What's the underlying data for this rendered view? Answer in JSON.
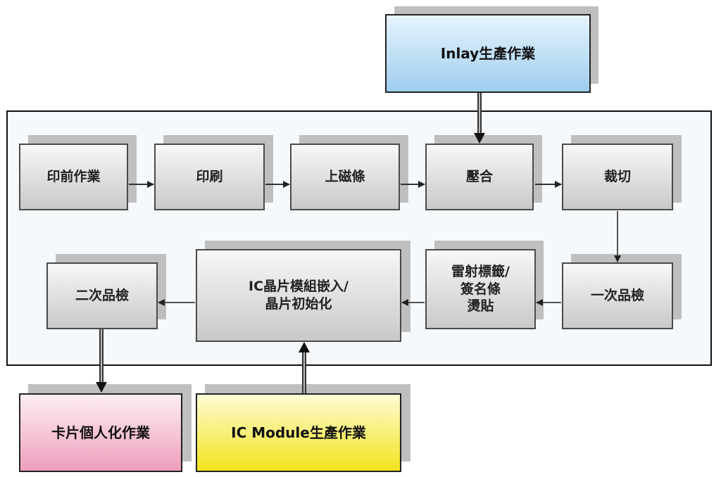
{
  "diagram": {
    "external": {
      "inlay": "Inlay生產作業",
      "personalization": "卡片個人化作業",
      "ic_module": "IC Module生產作業"
    },
    "steps": {
      "prepress": "印前作業",
      "printing": "印刷",
      "magstripe": "上磁條",
      "lamination": "壓合",
      "cutting": "裁切",
      "first_inspection": "一次品檢",
      "hologram": "雷射標籤/\n簽名條\n燙貼",
      "ic_embed": "IC晶片模組嵌入/\n晶片初始化",
      "second_inspection": "二次品檢"
    },
    "colors": {
      "inlay": "#9fcdee",
      "personalization": "#ee9fbd",
      "ic_module": "#f2e41c",
      "step": "#c9c9c9"
    }
  }
}
